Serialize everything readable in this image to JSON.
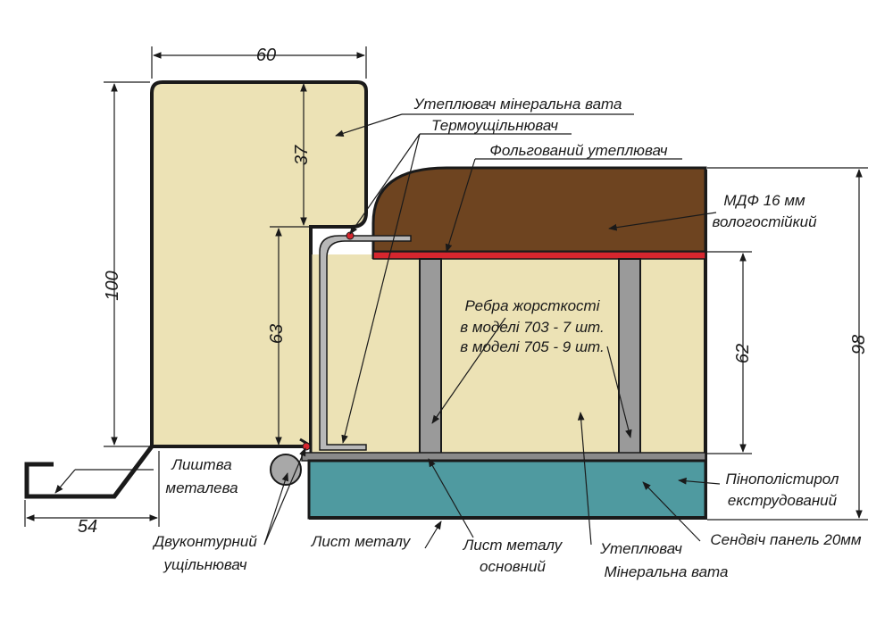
{
  "dimensions": {
    "d60": "60",
    "d37": "37",
    "d100": "100",
    "d63": "63",
    "d54": "54",
    "d62": "62",
    "d98": "98"
  },
  "labels": {
    "mineral_wool_top": "Утеплювач мінеральна вата",
    "thermal_seal": "Термоущільнювач",
    "foil_insulation": "Фольгований утеплювач",
    "mdf_line1": "МДФ 16 мм",
    "mdf_line2": "вологостійкий",
    "ribs_line1": "Ребра жорсткості",
    "ribs_line2": "в моделі 703 - 7 шт.",
    "ribs_line3": "в моделі 705 - 9 шт.",
    "trim_line1": "Лиштва",
    "trim_line2": "металева",
    "polystyrene_line1": "Пінополістирол",
    "polystyrene_line2": "екструдований",
    "sandwich_panel": "Сендвіч панель 20мм",
    "double_seal_line1": "Двуконтурний",
    "double_seal_line2": "ущільнювач",
    "metal_sheet": "Лист металу",
    "main_metal_line1": "Лист металу",
    "main_metal_line2": "основний",
    "insulation_line1": "Утеплювач",
    "insulation_line2": "Мінеральна вата"
  },
  "colors": {
    "insulation": "#ece2b5",
    "mdf": "#6e4420",
    "red_strip": "#d6262e",
    "rib": "#9a9a9a",
    "sandwich": "#4f9aa0",
    "metal": "#8a8a8a",
    "seal": "#a8a8a8",
    "outline": "#1a1a1a"
  }
}
